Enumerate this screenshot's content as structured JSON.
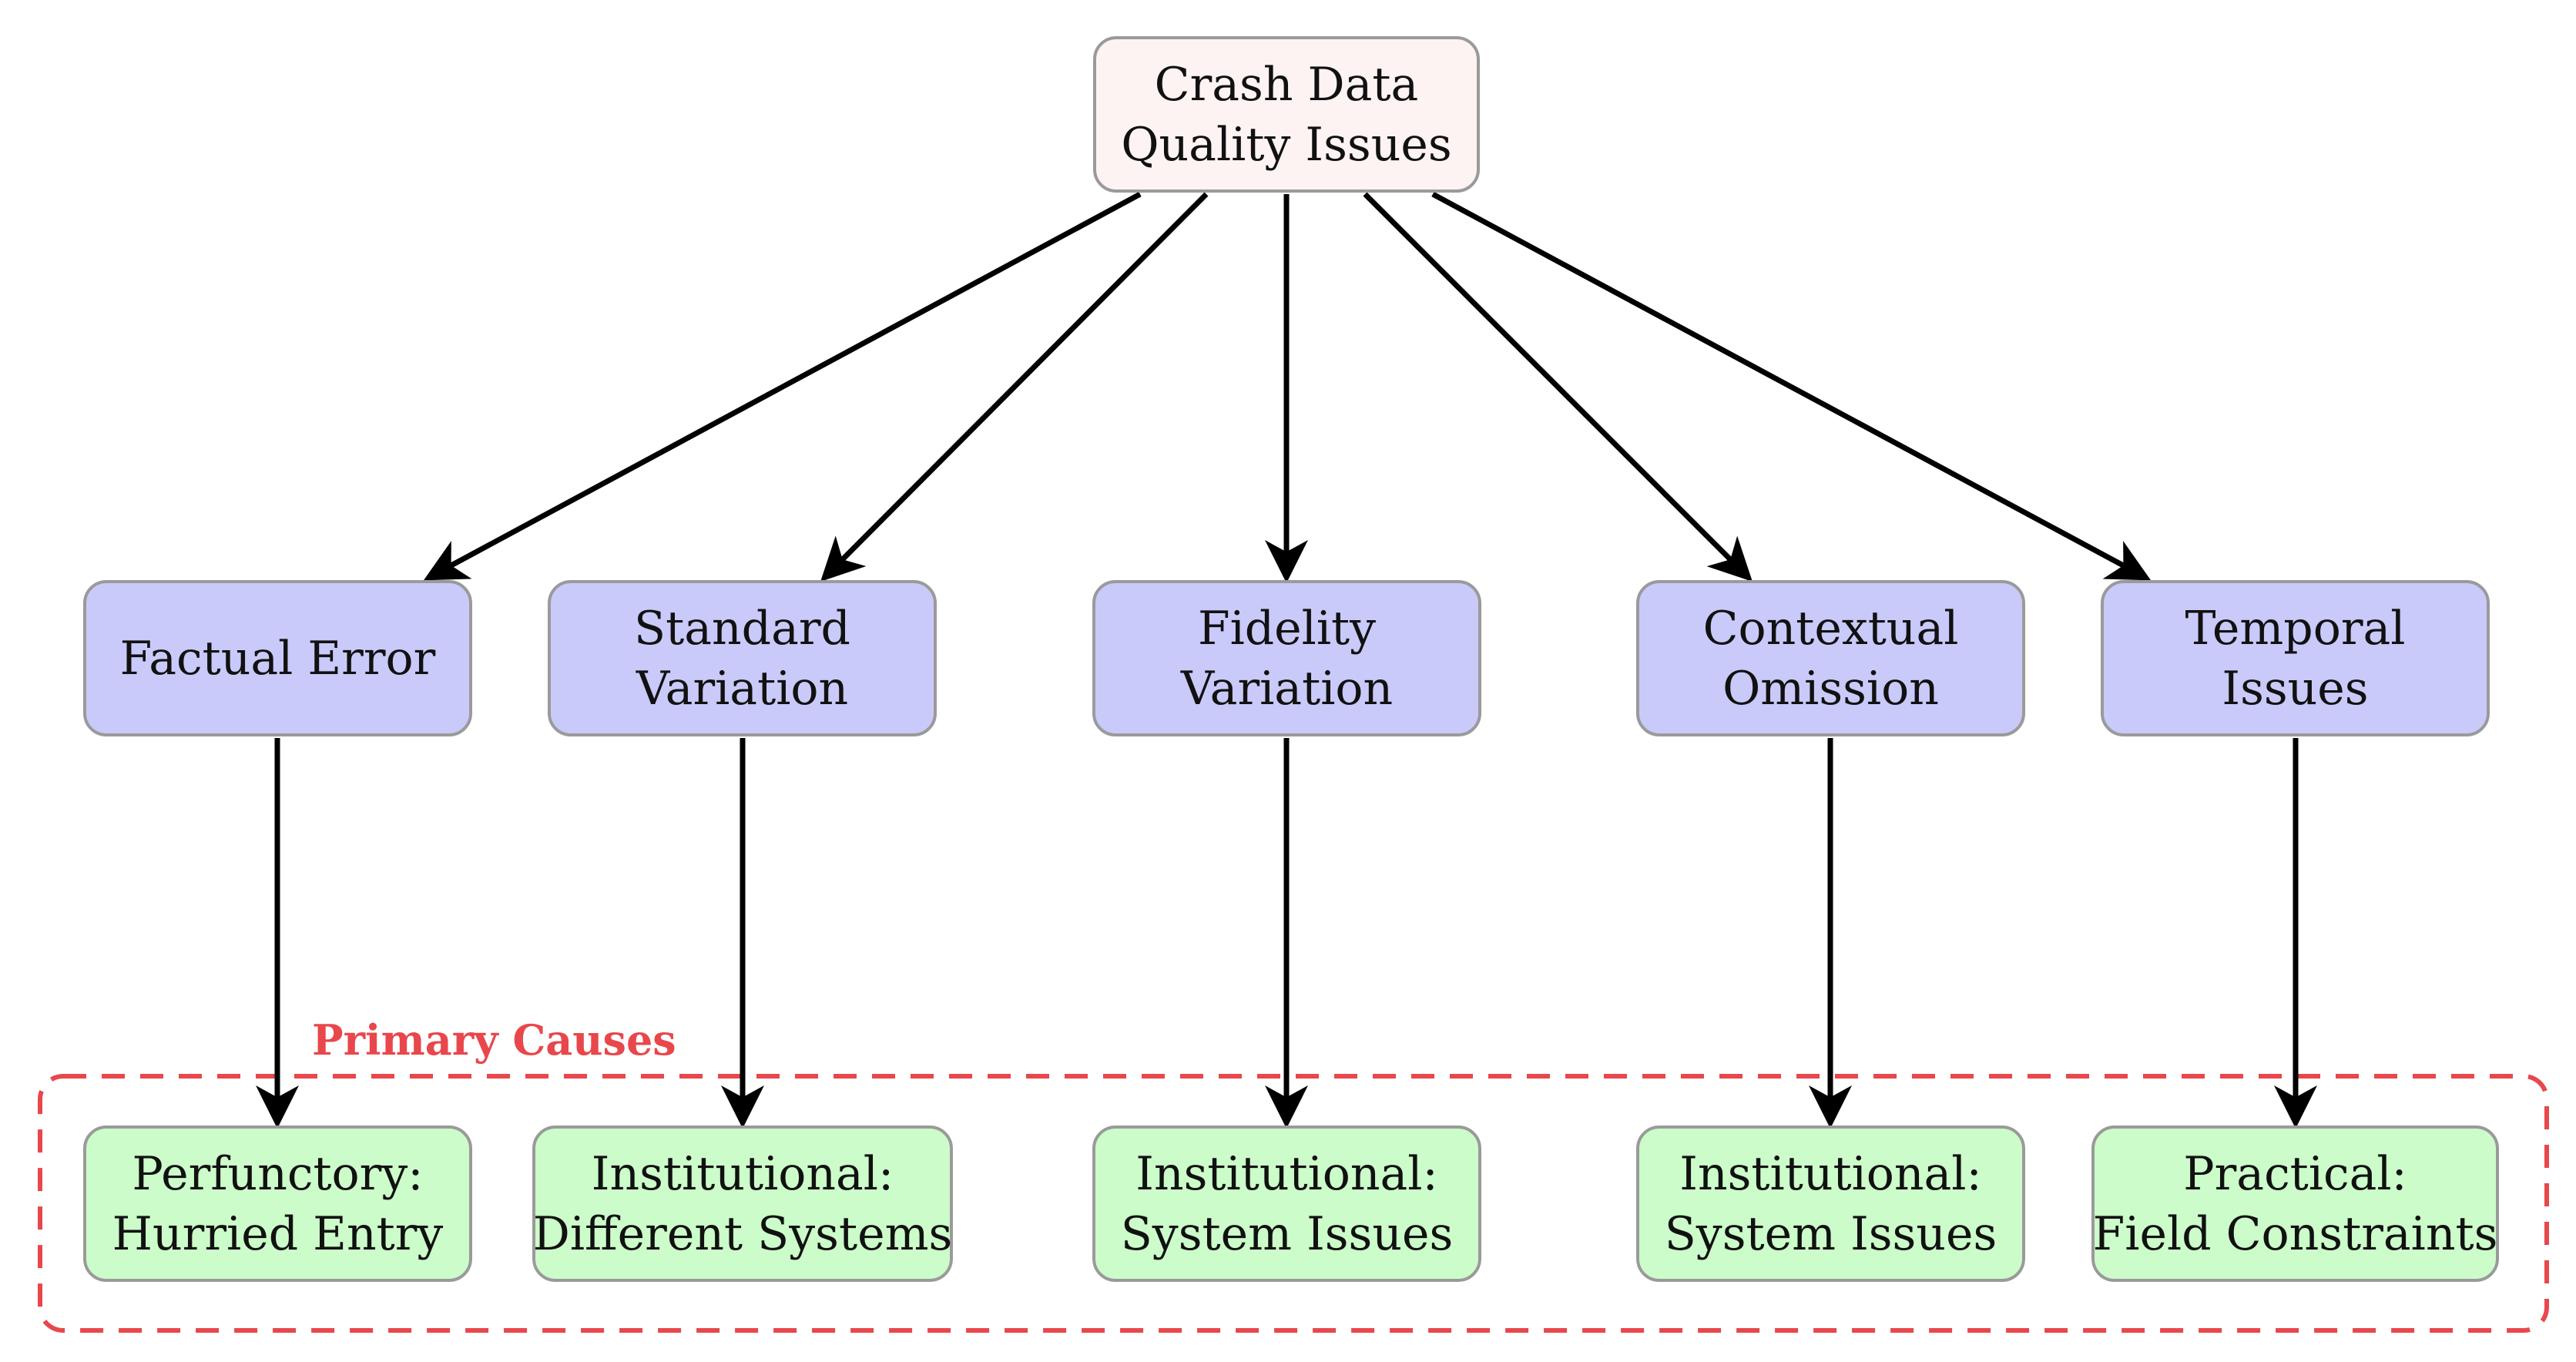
{
  "root": {
    "lines": [
      "Crash Data",
      "Quality Issues"
    ]
  },
  "categories": [
    {
      "lines": [
        "Factual Error"
      ]
    },
    {
      "lines": [
        "Standard",
        "Variation"
      ]
    },
    {
      "lines": [
        "Fidelity",
        "Variation"
      ]
    },
    {
      "lines": [
        "Contextual",
        "Omission"
      ]
    },
    {
      "lines": [
        "Temporal",
        "Issues"
      ]
    }
  ],
  "causes": [
    {
      "lines": [
        "Perfunctory:",
        "Hurried Entry"
      ]
    },
    {
      "lines": [
        "Institutional:",
        "Different Systems"
      ]
    },
    {
      "lines": [
        "Institutional:",
        "System Issues"
      ]
    },
    {
      "lines": [
        "Institutional:",
        "System Issues"
      ]
    },
    {
      "lines": [
        "Practical:",
        "Field Constraints"
      ]
    }
  ],
  "region": {
    "label": "Primary Causes"
  },
  "colors": {
    "root_fill": "#fdf3f3",
    "category_fill": "#c9caf9",
    "cause_fill": "#ccfcc9",
    "node_border": "#9a9a9a",
    "region_border": "#e8474c",
    "region_label": "#e8474c",
    "arrow": "#000000"
  }
}
